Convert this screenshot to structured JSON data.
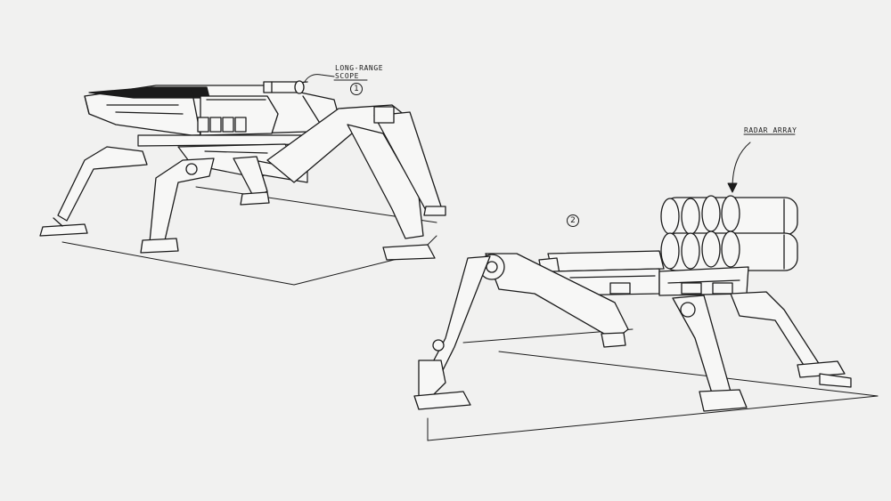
{
  "annotations": {
    "scope_label_line1": "LONG-RANGE",
    "scope_label_line2": "SCOPE",
    "radar_label": "RADAR ARRAY",
    "number_1": "1",
    "number_2": "2"
  },
  "colors": {
    "background": "#f1f1f0",
    "ink": "#1b1b1b"
  }
}
